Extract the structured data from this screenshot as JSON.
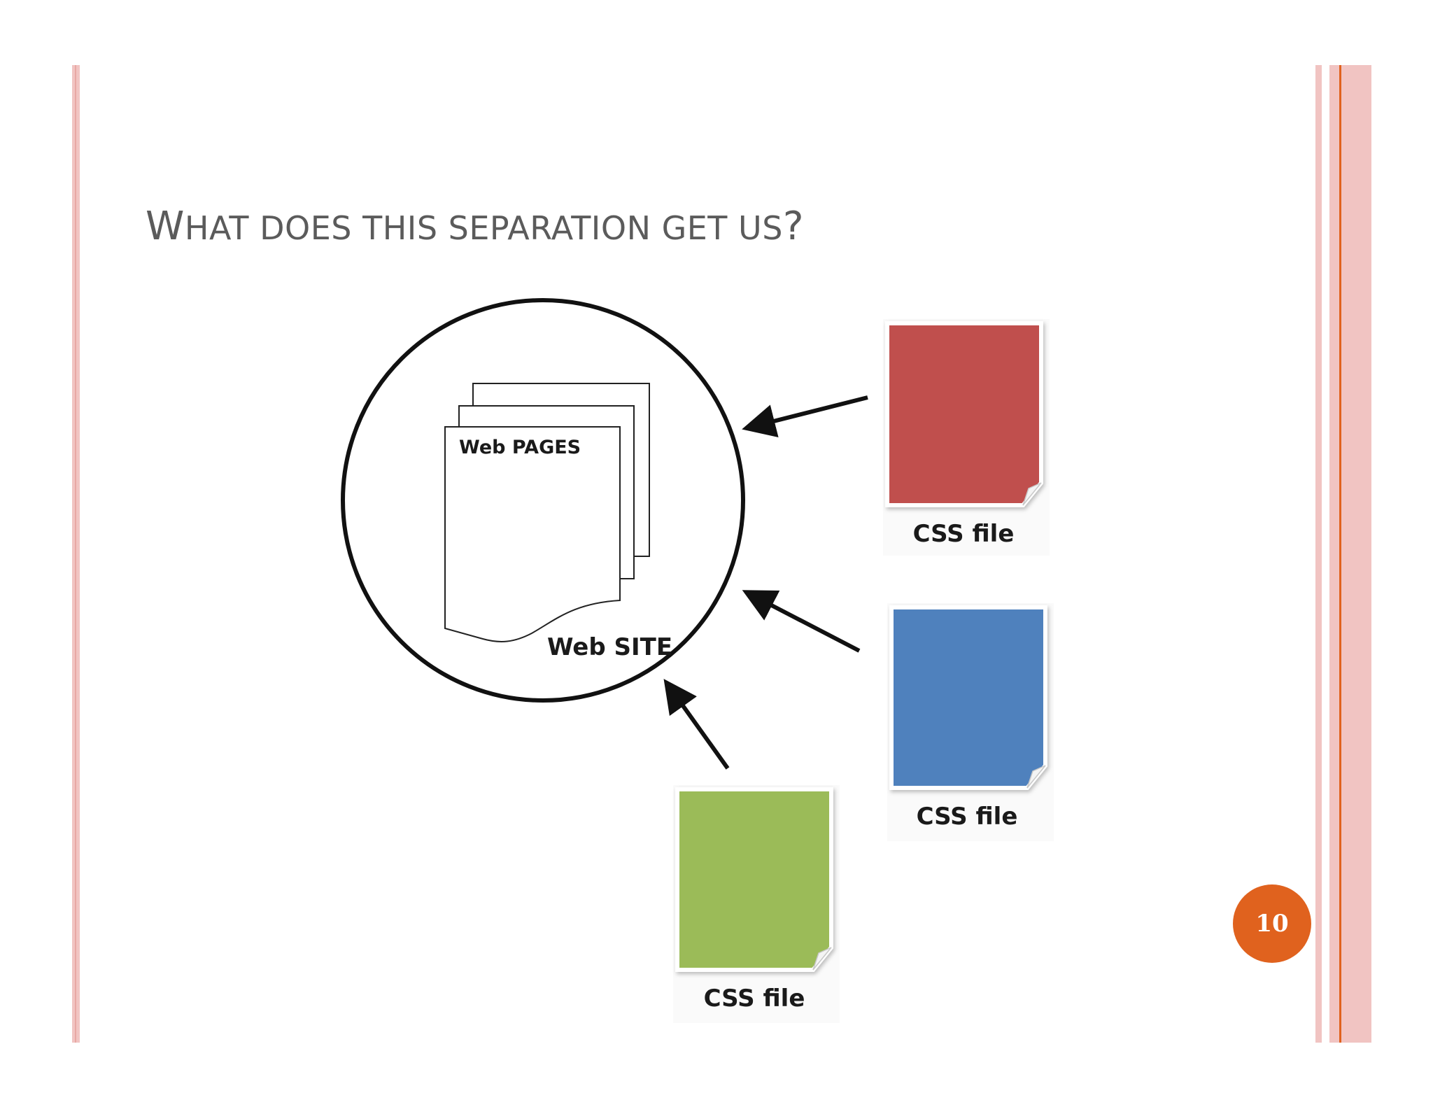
{
  "slide": {
    "title_initial": "W",
    "title_rest": "HAT DOES THIS SEPARATION GET US",
    "title_end": "?",
    "page_number": "10"
  },
  "diagram": {
    "pages_label": "Web PAGES",
    "site_label": "Web SITE",
    "css_files": [
      {
        "label": "CSS file",
        "color": "#c0504d"
      },
      {
        "label": "CSS file",
        "color": "#4f81bd"
      },
      {
        "label": "CSS file",
        "color": "#9bbb59"
      }
    ]
  },
  "theme": {
    "border_color": "#f1c4c2",
    "accent_line_color": "#e0621e",
    "badge_color": "#e0621e"
  }
}
